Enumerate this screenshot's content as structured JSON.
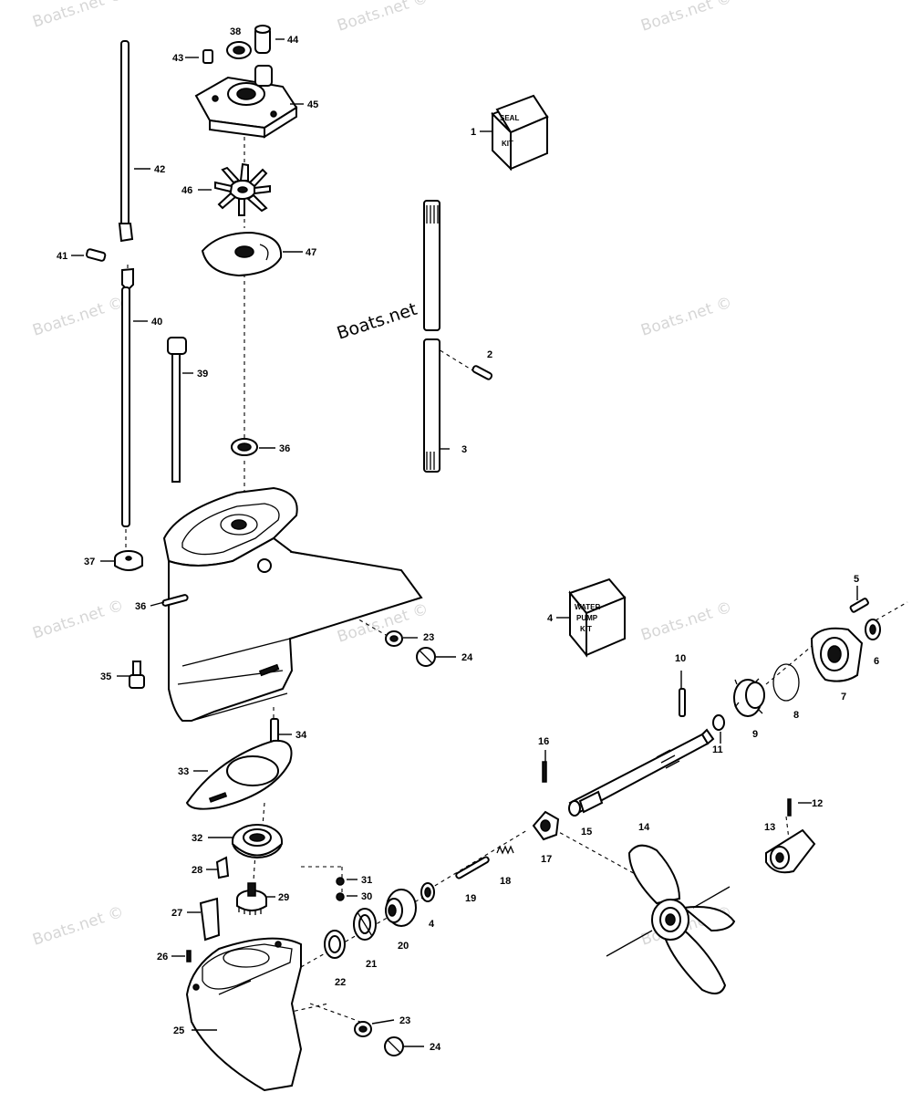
{
  "watermark": "Boats.net ©",
  "caption": "Boats.net ©",
  "kits": {
    "seal": [
      "SEAL",
      "KIT"
    ],
    "water_pump": [
      "WATER",
      "PUMP",
      "KIT"
    ]
  },
  "labels": {
    "p1": "1",
    "p2": "2",
    "p3": "3",
    "p4a": "4",
    "p4b": "4",
    "p5": "5",
    "p6": "6",
    "p7": "7",
    "p8": "8",
    "p9": "9",
    "p10": "10",
    "p11": "11",
    "p12": "12",
    "p13": "13",
    "p14": "14",
    "p15": "15",
    "p16": "16",
    "p17": "17",
    "p18": "18",
    "p19": "19",
    "p20": "20",
    "p21": "21",
    "p22": "22",
    "p23a": "23",
    "p23b": "23",
    "p24a": "24",
    "p24b": "24",
    "p25": "25",
    "p26": "26",
    "p27": "27",
    "p28": "28",
    "p29": "29",
    "p30": "30",
    "p31": "31",
    "p32": "32",
    "p33": "33",
    "p34": "34",
    "p35": "35",
    "p36a": "36",
    "p36b": "36",
    "p37": "37",
    "p38": "38",
    "p39": "39",
    "p40": "40",
    "p41": "41",
    "p42": "42",
    "p43": "43",
    "p44": "44",
    "p45": "45",
    "p46": "46",
    "p47": "47"
  }
}
